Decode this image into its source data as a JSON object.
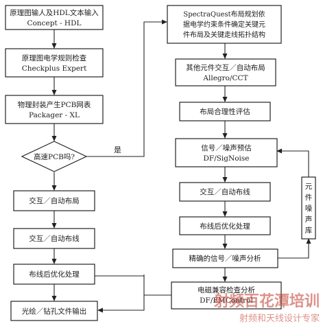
{
  "flowchart": {
    "left_column": [
      {
        "id": "L1",
        "lines": [
          "原理图输人及HDL文本输入",
          "Concept - HDL"
        ]
      },
      {
        "id": "L2",
        "lines": [
          "原理图电学规则检查",
          "Checkplus Expert"
        ]
      },
      {
        "id": "L3",
        "lines": [
          "物理封装产生PCB网表",
          "Packager - XL"
        ]
      },
      {
        "id": "D1",
        "lines": [
          "高速PCB吗?"
        ],
        "shape": "decision"
      },
      {
        "id": "L5",
        "lines": [
          "交互／自动布局"
        ]
      },
      {
        "id": "L6",
        "lines": [
          "交互／自动布线"
        ]
      },
      {
        "id": "L7",
        "lines": [
          "布线后优化处理"
        ]
      },
      {
        "id": "L8",
        "lines": [
          "光绘／钻孔文件输出"
        ]
      }
    ],
    "right_column": [
      {
        "id": "R1",
        "lines": [
          "SpectraQuest布局规划依",
          "据电学约束条件确定关键元",
          "件布局及关键走线拓扑结构"
        ]
      },
      {
        "id": "R2",
        "lines": [
          "其他元件交互／自动布局",
          "Allegro/CCT"
        ]
      },
      {
        "id": "R3",
        "lines": [
          "布局合理性评估"
        ]
      },
      {
        "id": "R4",
        "lines": [
          "信号／噪声预估",
          "DF/SigNoise"
        ]
      },
      {
        "id": "R5",
        "lines": [
          "交互／自动布线"
        ]
      },
      {
        "id": "R6",
        "lines": [
          "布线后优化处理"
        ]
      },
      {
        "id": "R7",
        "lines": [
          "精确的信号／噪声分析"
        ]
      },
      {
        "id": "R8",
        "lines": [
          "电磁兼容检查分析",
          "DF/EMControl"
        ]
      }
    ],
    "side_box": {
      "id": "S1",
      "lines": [
        "元",
        "件",
        "噪",
        "声",
        "库"
      ]
    },
    "yes_label": "是",
    "watermark": {
      "title": "射频百花潭培训",
      "subtitle": "射频和天线设计专家"
    }
  }
}
